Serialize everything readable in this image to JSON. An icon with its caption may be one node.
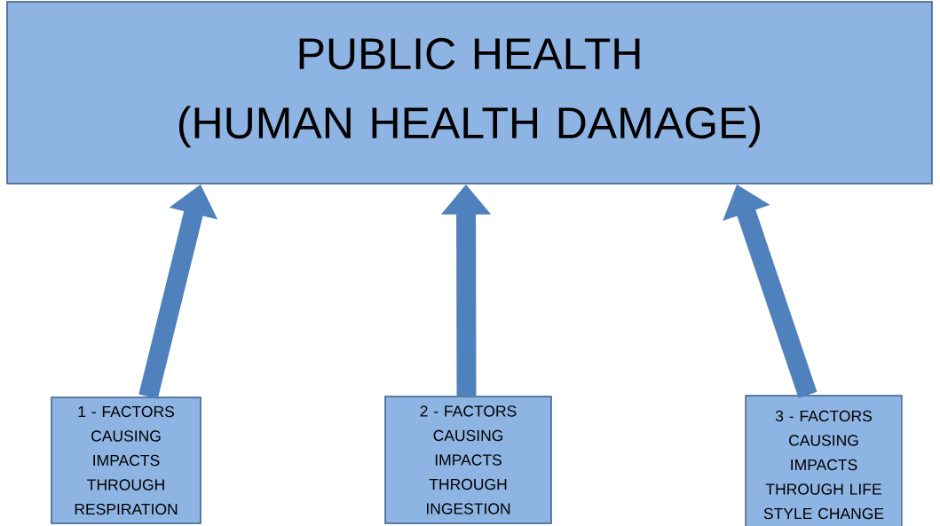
{
  "diagram": {
    "nodes": [
      {
        "text": [
          "PUBLIC HEALTH",
          "(HUMAN HEALTH DAMAGE)"
        ]
      },
      {
        "text": [
          "1 - FACTORS CAUSING IMPACTS THROUGH RESPIRATION"
        ]
      },
      {
        "text": [
          "2 - FACTORS CAUSING IMPACTS THROUGH INGESTION"
        ]
      },
      {
        "text": [
          "3 - FACTORS CAUSING IMPACTS THROUGH LIFE STYLE CHANGE"
        ]
      }
    ],
    "edges": [
      {
        "from": 1,
        "to": 0,
        "arrow": "to"
      },
      {
        "from": 2,
        "to": 0,
        "arrow": "to"
      },
      {
        "from": 3,
        "to": 0,
        "arrow": "to"
      }
    ]
  }
}
